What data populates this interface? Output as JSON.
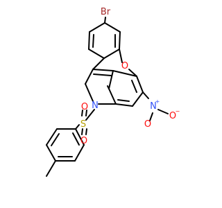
{
  "molecule": {
    "atoms": {
      "bromine": {
        "symbol": "Br",
        "color": "#a62929"
      },
      "ring_oxygen": {
        "symbol": "O",
        "color": "#ff0d0d"
      },
      "ring_nitrogen": {
        "symbol": "N",
        "color": "#3050f8"
      },
      "sulfur": {
        "symbol": "S",
        "color": "#b59f00"
      },
      "sulfonyl_oxygen_top": {
        "symbol": "O",
        "color": "#ff0d0d"
      },
      "sulfonyl_oxygen_bottom": {
        "symbol": "O",
        "color": "#ff0d0d"
      },
      "nitro_nitrogen": {
        "symbol": "N",
        "charge": "+",
        "color": "#3050f8"
      },
      "nitro_oxygen_anion": {
        "symbol": "O",
        "charge": "−",
        "color": "#ff0d0d"
      },
      "nitro_oxygen": {
        "symbol": "O",
        "color": "#ff0d0d"
      }
    },
    "bond_color": "#000000"
  }
}
